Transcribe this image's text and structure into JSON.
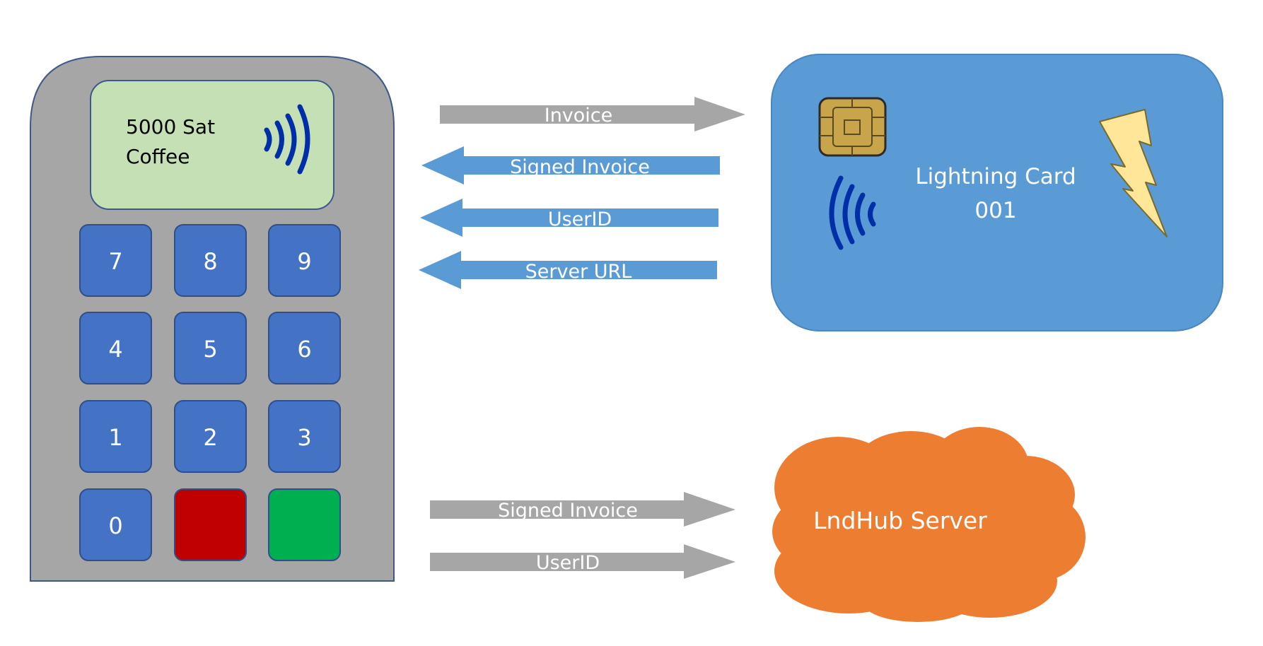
{
  "terminal": {
    "display_line1": "5000 Sat",
    "display_line2": "Coffee",
    "keys": [
      "7",
      "8",
      "9",
      "4",
      "5",
      "6",
      "1",
      "2",
      "3",
      "0"
    ]
  },
  "arrows": {
    "invoice": "Invoice",
    "signed_invoice_back": "Signed Invoice",
    "userid_back": "UserID",
    "server_url": "Server URL",
    "signed_invoice_server": "Signed Invoice",
    "userid_server": "UserID"
  },
  "card": {
    "title": "Lightning Card",
    "number": "001"
  },
  "server": {
    "label": "LndHub Server"
  },
  "colors": {
    "terminal_body": "#a6a6a6",
    "display_bg": "#c5e0b4",
    "key_blue": "#4472c4",
    "key_red": "#c00000",
    "key_green": "#00b050",
    "card_bg": "#5b9bd5",
    "chip_gold": "#c8a44a",
    "bolt_yellow": "#ffe699",
    "cloud_orange": "#ed7d31",
    "nfc_dark_blue": "#002ea8",
    "arrow_gray": "#a6a6a6",
    "arrow_blue": "#5b9bd5"
  }
}
